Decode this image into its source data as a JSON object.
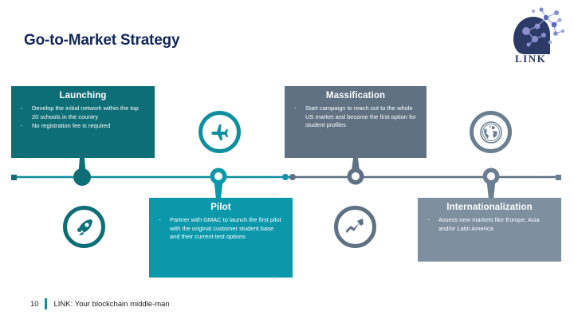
{
  "slide": {
    "title": "Go-to-Market Strategy",
    "page_number": "10",
    "footer_text": "LINK: Your blockchain middle-man",
    "logo_text": "LINK"
  },
  "colors": {
    "title": "#12275b",
    "teal_dark": "#0e6e77",
    "teal_bright": "#0b98ab",
    "teal_accent": "#0e8fa0",
    "slate": "#5f7183",
    "slate_light": "#7e8fa0",
    "slate_accent": "#6b7f91"
  },
  "phases": [
    {
      "key": "launching",
      "title": "Launching",
      "bullets": [
        "Develop the initial network within the top 20 schools in the country",
        "No registration fee is required"
      ],
      "icon": "airplane-icon",
      "marker": "filled-dot"
    },
    {
      "key": "pilot",
      "title": "Pilot",
      "bullets": [
        "Partner with GMAC to launch the first pilot with the original customer student base and their current test options"
      ],
      "icon": "rocket-icon",
      "marker": "ring"
    },
    {
      "key": "massification",
      "title": "Massification",
      "bullets": [
        "Start campaign to reach out to the whole US market and become the first option for student profiles"
      ],
      "icon": "growth-arrow-icon",
      "marker": "ring"
    },
    {
      "key": "internationalization",
      "title": "Internationalization",
      "bullets": [
        "Assess new markets like Europe, Asia and/or Latin America"
      ],
      "icon": "globe-icon",
      "marker": "ring"
    }
  ]
}
